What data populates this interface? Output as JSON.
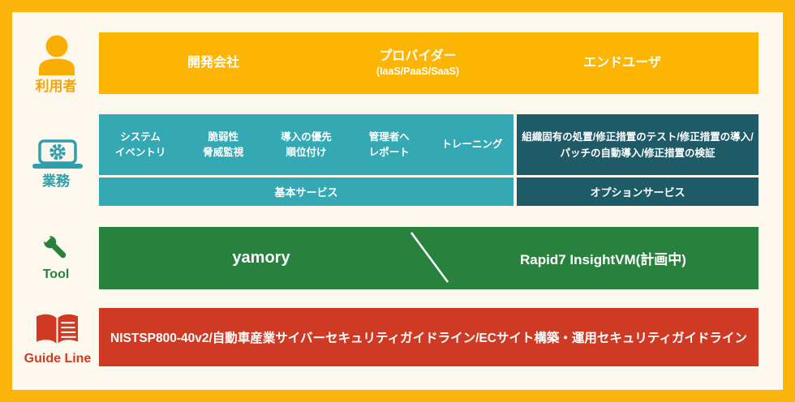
{
  "users_row": {
    "label": "利用者",
    "columns": [
      {
        "title": "開発会社",
        "subtitle": ""
      },
      {
        "title": "プロバイダー",
        "subtitle": "(IaaS/PaaS/SaaS)"
      },
      {
        "title": "エンドユーザ",
        "subtitle": ""
      }
    ]
  },
  "operations_row": {
    "label": "業務",
    "basic": {
      "tasks": [
        "システム\nイベントリ",
        "脆弱性\n脅威監視",
        "導入の優先\n順位付け",
        "管理者へ\nレポート",
        "トレーニング"
      ],
      "footer": "基本サービス"
    },
    "optional": {
      "description": "組織固有の処置/修正措置のテスト/修正措置の導入/\nパッチの自動導入/修正措置の検証",
      "footer": "オプションサービス"
    }
  },
  "tool_row": {
    "label": "Tool",
    "current_tool": "yamory",
    "planned_tool": "Rapid7 InsightVM(計画中)"
  },
  "guideline_row": {
    "label": "Guide Line",
    "text": "NISTSP800-40v2/自動車産業サイバーセキュリティガイドライン/ECサイト構築・運用セキュリティガイドライン"
  },
  "colors": {
    "frame_yellow": "#FBB40C",
    "background_cream": "#FDF8EE",
    "band_yellow": "#FDB503",
    "band_teal": "#34A9B3",
    "band_teal_dark": "#1F5B66",
    "band_green": "#28823E",
    "band_red": "#CF3A24",
    "text_white": "#FFFFFF"
  }
}
